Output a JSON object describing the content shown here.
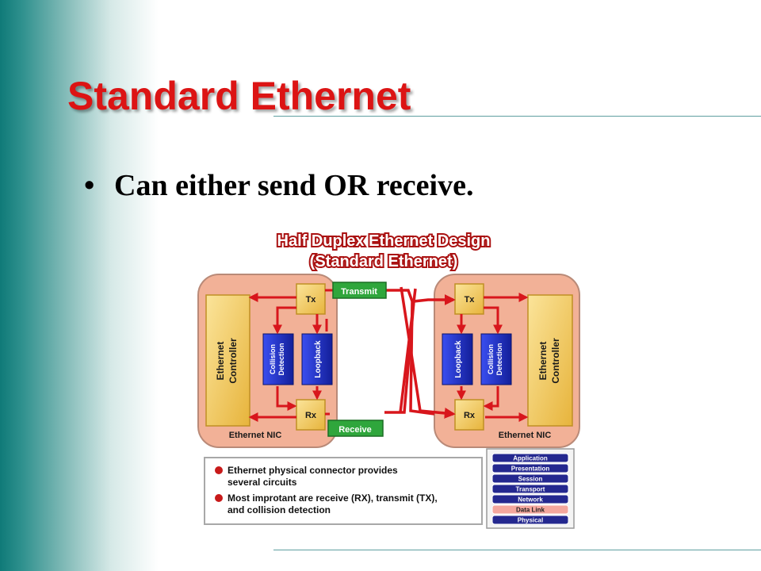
{
  "slide": {
    "title": "Standard Ethernet",
    "bullet": "Can either send OR receive."
  },
  "diagram": {
    "title_line1": "Half Duplex Ethernet Design",
    "title_line2": "(Standard Ethernet)",
    "left_nic": {
      "label": "Ethernet NIC",
      "controller_line1": "Ethernet",
      "controller_line2": "Controller",
      "tx": "Tx",
      "rx": "Rx",
      "collision_line1": "Collision",
      "collision_line2": "Detection",
      "loopback": "Loopback"
    },
    "right_nic": {
      "label": "Ethernet NIC",
      "controller_line1": "Ethernet",
      "controller_line2": "Controller",
      "tx": "Tx",
      "rx": "Rx",
      "collision_line1": "Collision",
      "collision_line2": "Detection",
      "loopback": "Loopback"
    },
    "transmit_label": "Transmit",
    "receive_label": "Receive",
    "notes": [
      {
        "line1": "Ethernet physical connector provides",
        "line2": "several circuits"
      },
      {
        "line1": "Most improtant are receive (RX), transmit (TX),",
        "line2": "and collision detection"
      }
    ],
    "osi_layers": [
      "Application",
      "Presentation",
      "Session",
      "Transport",
      "Network",
      "Data Link",
      "Physical"
    ],
    "osi_highlight": "Data Link"
  },
  "colors": {
    "title": "#dc1414",
    "nic_fill": "#f2b197",
    "controller_fill": "#f7d26a",
    "block_blue": "#1b2ec9",
    "wire_red": "#d8161c",
    "label_green": "#2fa63c",
    "osi_blue": "#24288f",
    "osi_highlight": "#f4a79d"
  }
}
